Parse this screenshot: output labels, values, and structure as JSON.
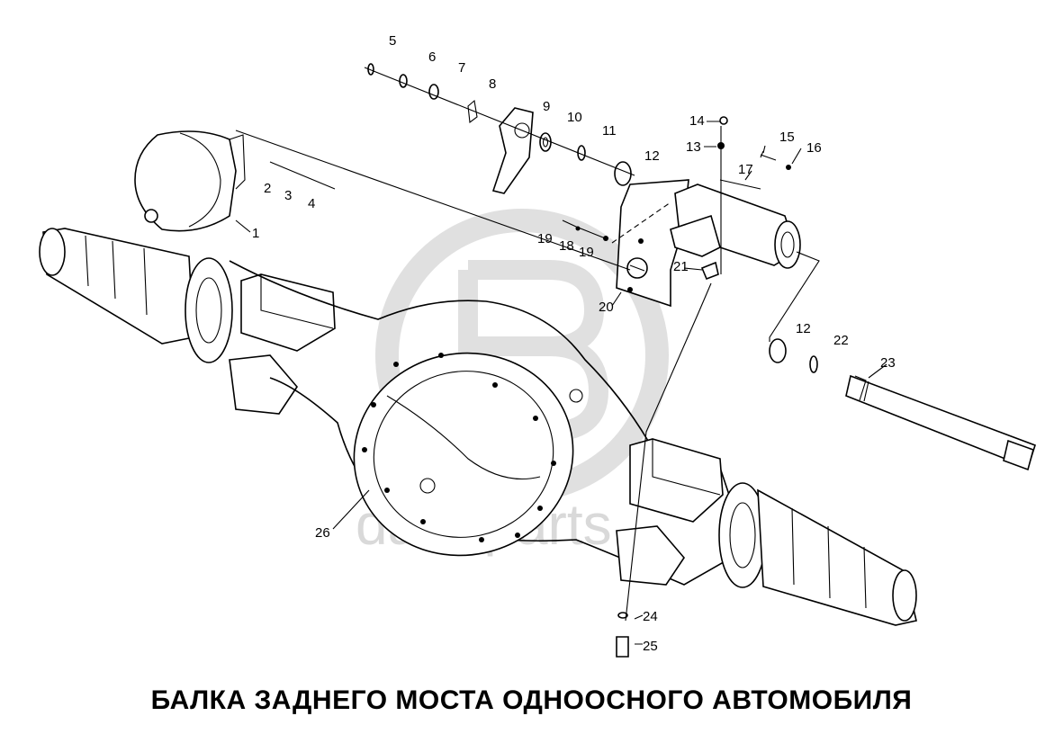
{
  "caption": "БАЛКА ЗАДНЕГО МОСТА ОДНООСНОГО АВТОМОБИЛЯ",
  "watermark": {
    "text": "data parts",
    "color": "#d9d9d9"
  },
  "callouts": {
    "c1": "1",
    "c2": "2",
    "c3": "3",
    "c4": "4",
    "c5": "5",
    "c6": "6",
    "c7": "7",
    "c8": "8",
    "c9": "9",
    "c10": "10",
    "c11": "11",
    "c12a": "12",
    "c12b": "12",
    "c13": "13",
    "c14": "14",
    "c15": "15",
    "c16": "16",
    "c17": "17",
    "c18": "18",
    "c19a": "19",
    "c19b": "19",
    "c20": "20",
    "c21": "21",
    "c22": "22",
    "c23": "23",
    "c24": "24",
    "c25": "25",
    "c26": "26"
  }
}
